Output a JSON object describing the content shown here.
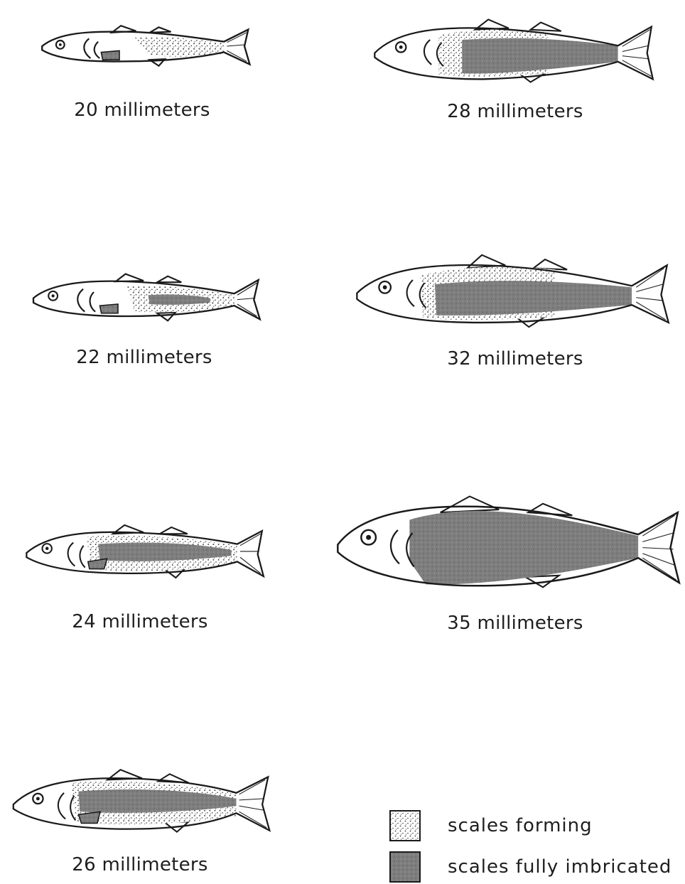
{
  "captions": {
    "f20": "20 millimeters",
    "f22": "22 millimeters",
    "f24": "24 millimeters",
    "f26": "26 millimeters",
    "f28": "28 millimeters",
    "f32": "32 millimeters",
    "f35": "35 millimeters"
  },
  "legend": {
    "forming": "scales forming",
    "imbricated": "scales fully imbricated"
  },
  "colors": {
    "stipple": "#3a3a3a",
    "imbricated": "#7e7e7e",
    "outline": "#1a1a1a"
  }
}
